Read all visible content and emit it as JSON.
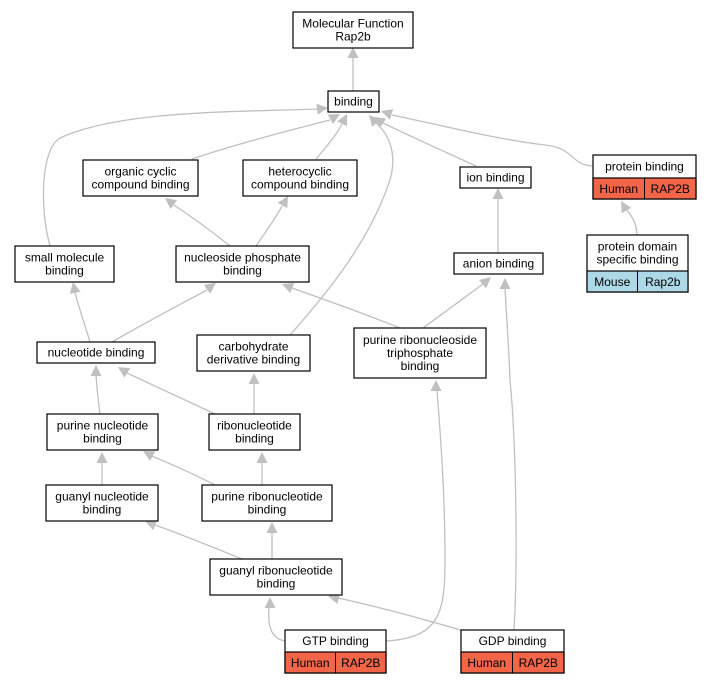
{
  "colors": {
    "human": "#f26549",
    "mouse": "#add8e6",
    "edge": "#c0c0c0"
  },
  "nodes": {
    "mf_rap2b": {
      "lines": [
        "Molecular Function",
        "Rap2b"
      ]
    },
    "binding": {
      "lines": [
        "binding"
      ]
    },
    "organic_cyclic": {
      "lines": [
        "organic cyclic",
        "compound binding"
      ]
    },
    "heterocyclic": {
      "lines": [
        "heterocyclic",
        "compound binding"
      ]
    },
    "ion_binding": {
      "lines": [
        "ion binding"
      ]
    },
    "protein_binding": {
      "lines": [
        "protein binding"
      ],
      "tags": [
        {
          "species": "Human",
          "gene": "RAP2B",
          "color": "human"
        }
      ]
    },
    "small_molecule": {
      "lines": [
        "small molecule",
        "binding"
      ]
    },
    "nucleoside_phosphate": {
      "lines": [
        "nucleoside phosphate",
        "binding"
      ]
    },
    "anion_binding": {
      "lines": [
        "anion binding"
      ]
    },
    "protein_domain": {
      "lines": [
        "protein domain",
        "specific binding"
      ],
      "tags": [
        {
          "species": "Mouse",
          "gene": "Rap2b",
          "color": "mouse"
        }
      ]
    },
    "nucleotide_binding": {
      "lines": [
        "nucleotide binding"
      ]
    },
    "carbohydrate_deriv": {
      "lines": [
        "carbohydrate",
        "derivative binding"
      ]
    },
    "purine_ribonucleoside_tp": {
      "lines": [
        "purine ribonucleoside",
        "triphosphate",
        "binding"
      ]
    },
    "purine_nucleotide": {
      "lines": [
        "purine nucleotide",
        "binding"
      ]
    },
    "ribonucleotide": {
      "lines": [
        "ribonucleotide",
        "binding"
      ]
    },
    "guanyl_nucleotide": {
      "lines": [
        "guanyl nucleotide",
        "binding"
      ]
    },
    "purine_ribonucleotide": {
      "lines": [
        "purine ribonucleotide",
        "binding"
      ]
    },
    "guanyl_ribonucleotide": {
      "lines": [
        "guanyl ribonucleotide",
        "binding"
      ]
    },
    "gtp_binding": {
      "lines": [
        "GTP binding"
      ],
      "tags": [
        {
          "species": "Human",
          "gene": "RAP2B",
          "color": "human"
        }
      ]
    },
    "gdp_binding": {
      "lines": [
        "GDP binding"
      ],
      "tags": [
        {
          "species": "Human",
          "gene": "RAP2B",
          "color": "human"
        }
      ]
    }
  }
}
